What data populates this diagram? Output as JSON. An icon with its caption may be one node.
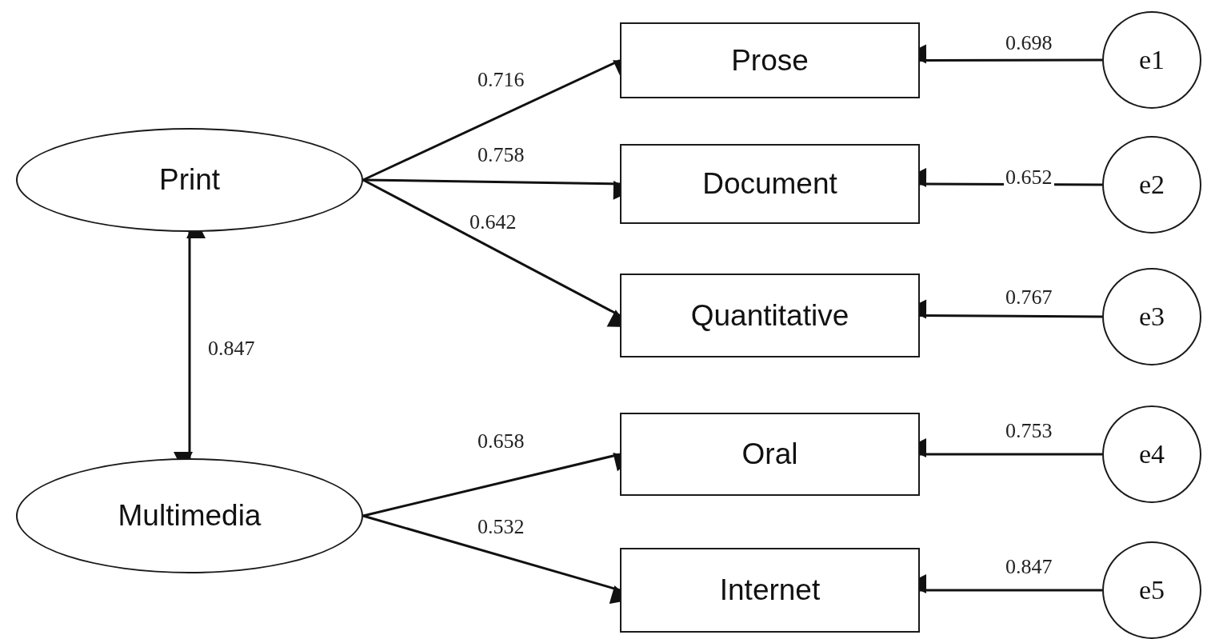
{
  "diagram": {
    "nodes": [
      {
        "text": [
          "Print"
        ]
      },
      {
        "text": [
          "Multimedia"
        ]
      },
      {
        "text": [
          "Prose"
        ]
      },
      {
        "text": [
          "Document"
        ]
      },
      {
        "text": [
          "Quantitative"
        ]
      },
      {
        "text": [
          "Oral"
        ]
      },
      {
        "text": [
          "Internet"
        ]
      },
      {
        "text": [
          "e1"
        ]
      },
      {
        "text": [
          "e2"
        ]
      },
      {
        "text": [
          "e3"
        ]
      },
      {
        "text": [
          "e4"
        ]
      },
      {
        "text": [
          "e5"
        ]
      }
    ],
    "edges": [
      {
        "from": 0,
        "to": 2,
        "arrow": "to",
        "label": "0.716"
      },
      {
        "from": 0,
        "to": 3,
        "arrow": "to",
        "label": "0.758"
      },
      {
        "from": 0,
        "to": 4,
        "arrow": "to",
        "label": "0.642"
      },
      {
        "from": 0,
        "to": 1,
        "arrow": "both",
        "label": "0.847"
      },
      {
        "from": 1,
        "to": 5,
        "arrow": "to",
        "label": "0.658"
      },
      {
        "from": 1,
        "to": 6,
        "arrow": "to",
        "label": "0.532"
      },
      {
        "from": 7,
        "to": 2,
        "arrow": "to",
        "label": "0.698"
      },
      {
        "from": 8,
        "to": 3,
        "arrow": "to",
        "label": "0.652"
      },
      {
        "from": 9,
        "to": 4,
        "arrow": "to",
        "label": "0.767"
      },
      {
        "from": 10,
        "to": 5,
        "arrow": "to",
        "label": "0.753"
      },
      {
        "from": 11,
        "to": 6,
        "arrow": "to",
        "label": "0.847"
      }
    ]
  }
}
